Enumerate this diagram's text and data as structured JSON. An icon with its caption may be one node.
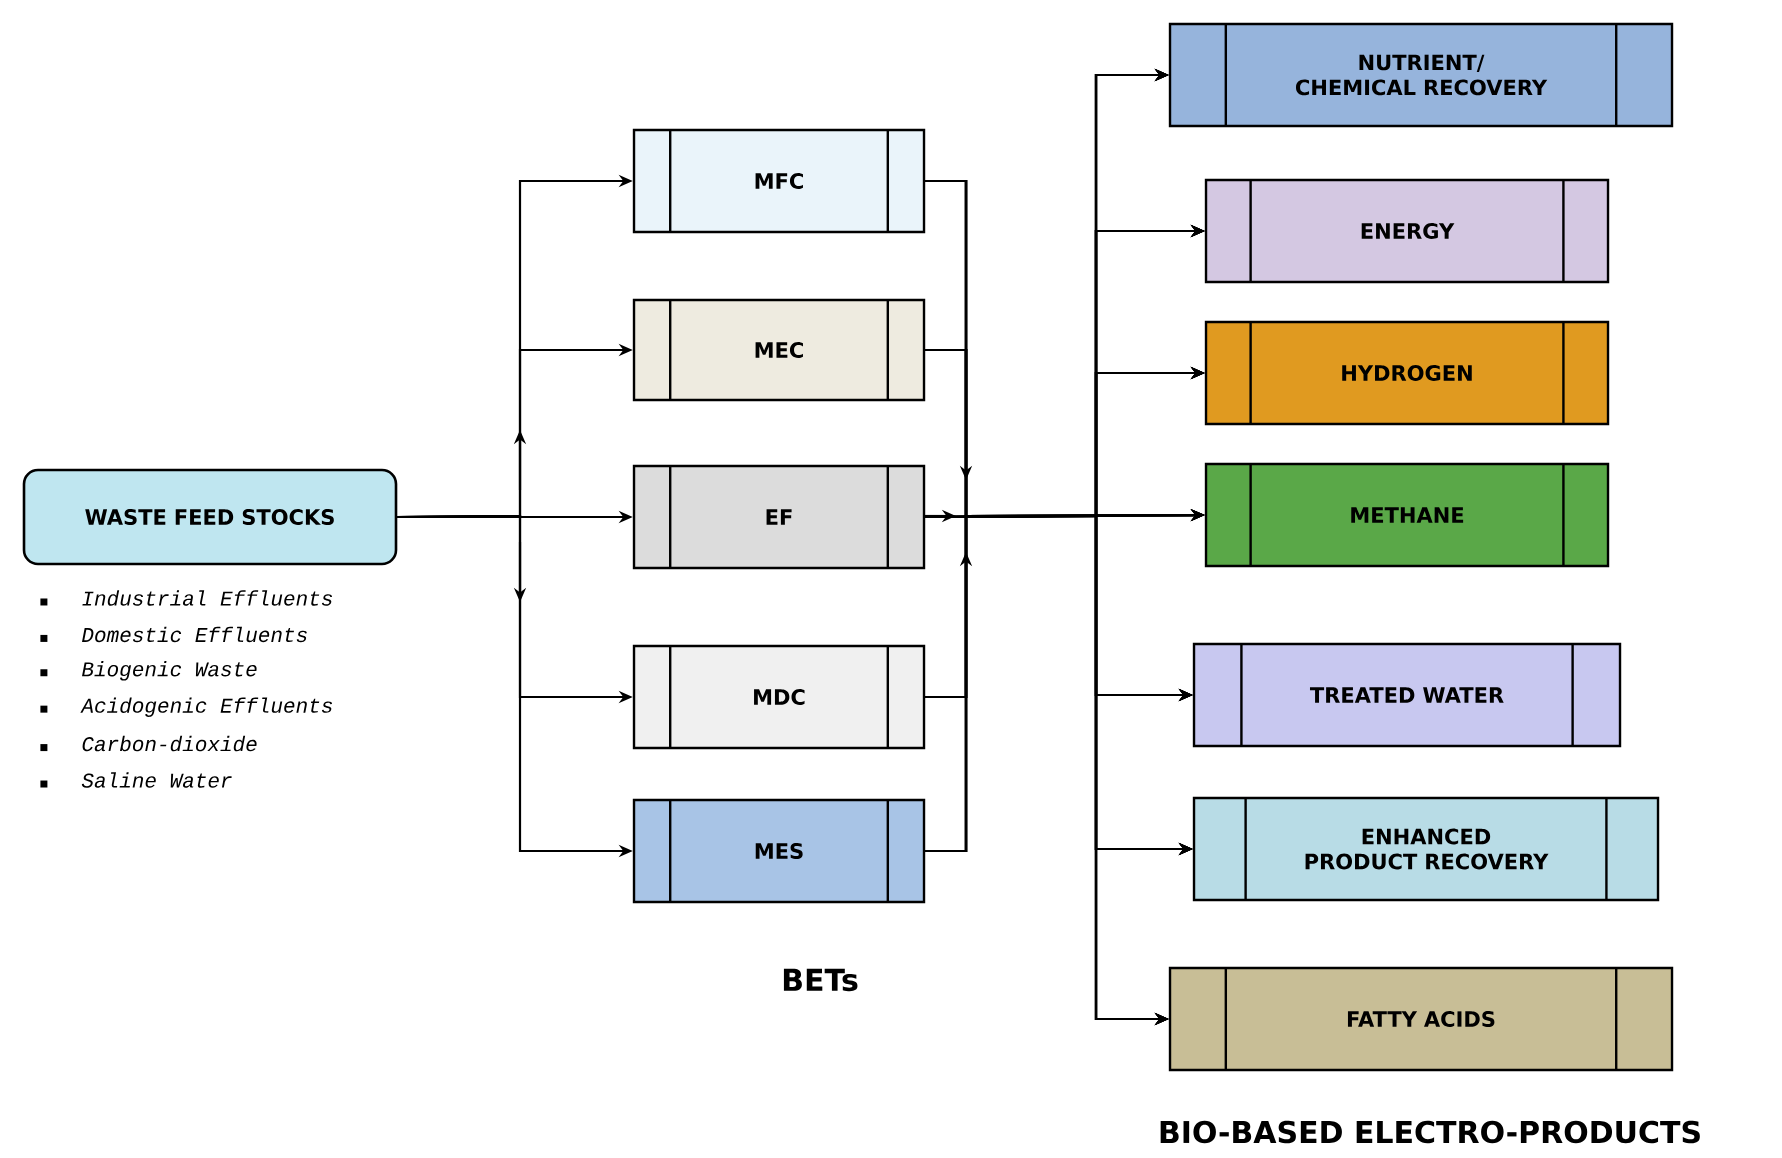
{
  "diagram": {
    "nodes": [
      {
        "text": [
          "WASTE FEED STOCKS"
        ],
        "beside": [
          "Industrial Effluents",
          "Domestic Effluents",
          "Biogenic Waste",
          "Acidogenic Effluents",
          "Carbon-dioxide",
          "Saline Water"
        ]
      },
      {
        "text": [
          "MFC"
        ]
      },
      {
        "text": [
          "MEC"
        ]
      },
      {
        "text": [
          "EF"
        ]
      },
      {
        "text": [
          "MDC"
        ]
      },
      {
        "text": [
          "MES"
        ]
      },
      {
        "text": [
          "NUTRIENT/ CHEMICAL RECOVERY"
        ]
      },
      {
        "text": [
          "ENERGY"
        ]
      },
      {
        "text": [
          "HYDROGEN"
        ]
      },
      {
        "text": [
          "METHANE"
        ]
      },
      {
        "text": [
          "TREATED WATER"
        ]
      },
      {
        "text": [
          "ENHANCED PRODUCT RECOVERY"
        ]
      },
      {
        "text": [
          "FATTY ACIDS"
        ]
      }
    ],
    "edges": [
      {
        "from": 0,
        "to": 1,
        "arrow": "to"
      },
      {
        "from": 0,
        "to": 2,
        "arrow": "to"
      },
      {
        "from": 0,
        "to": 3,
        "arrow": "to"
      },
      {
        "from": 0,
        "to": 4,
        "arrow": "to"
      },
      {
        "from": 0,
        "to": 5,
        "arrow": "to"
      },
      {
        "from": 1,
        "to": 6,
        "arrow": "to"
      },
      {
        "from": 1,
        "to": 7,
        "arrow": "to"
      },
      {
        "from": 1,
        "to": 8,
        "arrow": "to"
      },
      {
        "from": 1,
        "to": 9,
        "arrow": "to"
      },
      {
        "from": 1,
        "to": 10,
        "arrow": "to"
      },
      {
        "from": 1,
        "to": 11,
        "arrow": "to"
      },
      {
        "from": 1,
        "to": 12,
        "arrow": "to"
      },
      {
        "from": 2,
        "to": 6,
        "arrow": "to"
      },
      {
        "from": 2,
        "to": 7,
        "arrow": "to"
      },
      {
        "from": 2,
        "to": 8,
        "arrow": "to"
      },
      {
        "from": 2,
        "to": 9,
        "arrow": "to"
      },
      {
        "from": 2,
        "to": 10,
        "arrow": "to"
      },
      {
        "from": 2,
        "to": 11,
        "arrow": "to"
      },
      {
        "from": 2,
        "to": 12,
        "arrow": "to"
      },
      {
        "from": 3,
        "to": 6,
        "arrow": "to"
      },
      {
        "from": 3,
        "to": 7,
        "arrow": "to"
      },
      {
        "from": 3,
        "to": 8,
        "arrow": "to"
      },
      {
        "from": 3,
        "to": 9,
        "arrow": "to"
      },
      {
        "from": 3,
        "to": 10,
        "arrow": "to"
      },
      {
        "from": 3,
        "to": 11,
        "arrow": "to"
      },
      {
        "from": 3,
        "to": 12,
        "arrow": "to"
      },
      {
        "from": 4,
        "to": 6,
        "arrow": "to"
      },
      {
        "from": 4,
        "to": 7,
        "arrow": "to"
      },
      {
        "from": 4,
        "to": 8,
        "arrow": "to"
      },
      {
        "from": 4,
        "to": 9,
        "arrow": "to"
      },
      {
        "from": 4,
        "to": 10,
        "arrow": "to"
      },
      {
        "from": 4,
        "to": 11,
        "arrow": "to"
      },
      {
        "from": 4,
        "to": 12,
        "arrow": "to"
      },
      {
        "from": 5,
        "to": 6,
        "arrow": "to"
      },
      {
        "from": 5,
        "to": 7,
        "arrow": "to"
      },
      {
        "from": 5,
        "to": 8,
        "arrow": "to"
      },
      {
        "from": 5,
        "to": 9,
        "arrow": "to"
      },
      {
        "from": 5,
        "to": 10,
        "arrow": "to"
      },
      {
        "from": 5,
        "to": 11,
        "arrow": "to"
      },
      {
        "from": 5,
        "to": 12,
        "arrow": "to"
      }
    ],
    "labels": [
      "BETs",
      "BIO-BASED ELECTRO-PRODUCTS"
    ]
  }
}
